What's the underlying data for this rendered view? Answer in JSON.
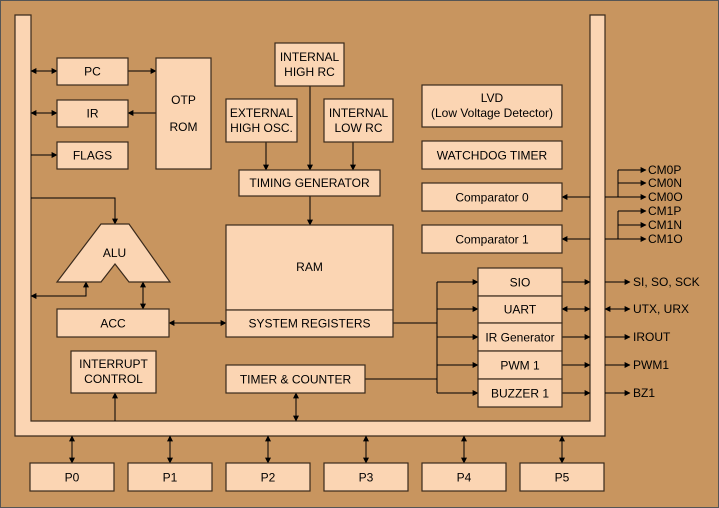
{
  "colors": {
    "background": "#c8955f",
    "block_fill": "#fbd5b3",
    "block_stroke": "#3a2a1c",
    "line": "#000000"
  },
  "blocks": {
    "pc": "PC",
    "ir": "IR",
    "flags": "FLAGS",
    "otp_rom": [
      "OTP",
      "ROM"
    ],
    "internal_high_rc": [
      "INTERNAL",
      "HIGH RC"
    ],
    "external_high_osc": [
      "EXTERNAL",
      "HIGH OSC."
    ],
    "internal_low_rc": [
      "INTERNAL",
      "LOW RC"
    ],
    "lvd": [
      "LVD",
      "(Low Voltage Detector)"
    ],
    "watchdog_timer": "WATCHDOG TIMER",
    "timing_generator": "TIMING GENERATOR",
    "comparator_0": "Comparator 0",
    "comparator_1": "Comparator 1",
    "alu": "ALU",
    "ram": "RAM",
    "acc": "ACC",
    "system_registers": "SYSTEM REGISTERS",
    "sio": "SIO",
    "uart": "UART",
    "ir_generator": "IR Generator",
    "pwm1": "PWM 1",
    "buzzer1": "BUZZER 1",
    "interrupt_control": [
      "INTERRUPT",
      "CONTROL"
    ],
    "timer_counter": "TIMER & COUNTER"
  },
  "ports": [
    "P0",
    "P1",
    "P2",
    "P3",
    "P4",
    "P5"
  ],
  "signals": {
    "cm0p": "CM0P",
    "cm0n": "CM0N",
    "cm0o": "CM0O",
    "cm1p": "CM1P",
    "cm1n": "CM1N",
    "cm1o": "CM1O",
    "sio_out": "SI, SO, SCK",
    "uart_out": "UTX, URX",
    "irout": "IROUT",
    "pwm1_out": "PWM1",
    "bz1": "BZ1"
  }
}
